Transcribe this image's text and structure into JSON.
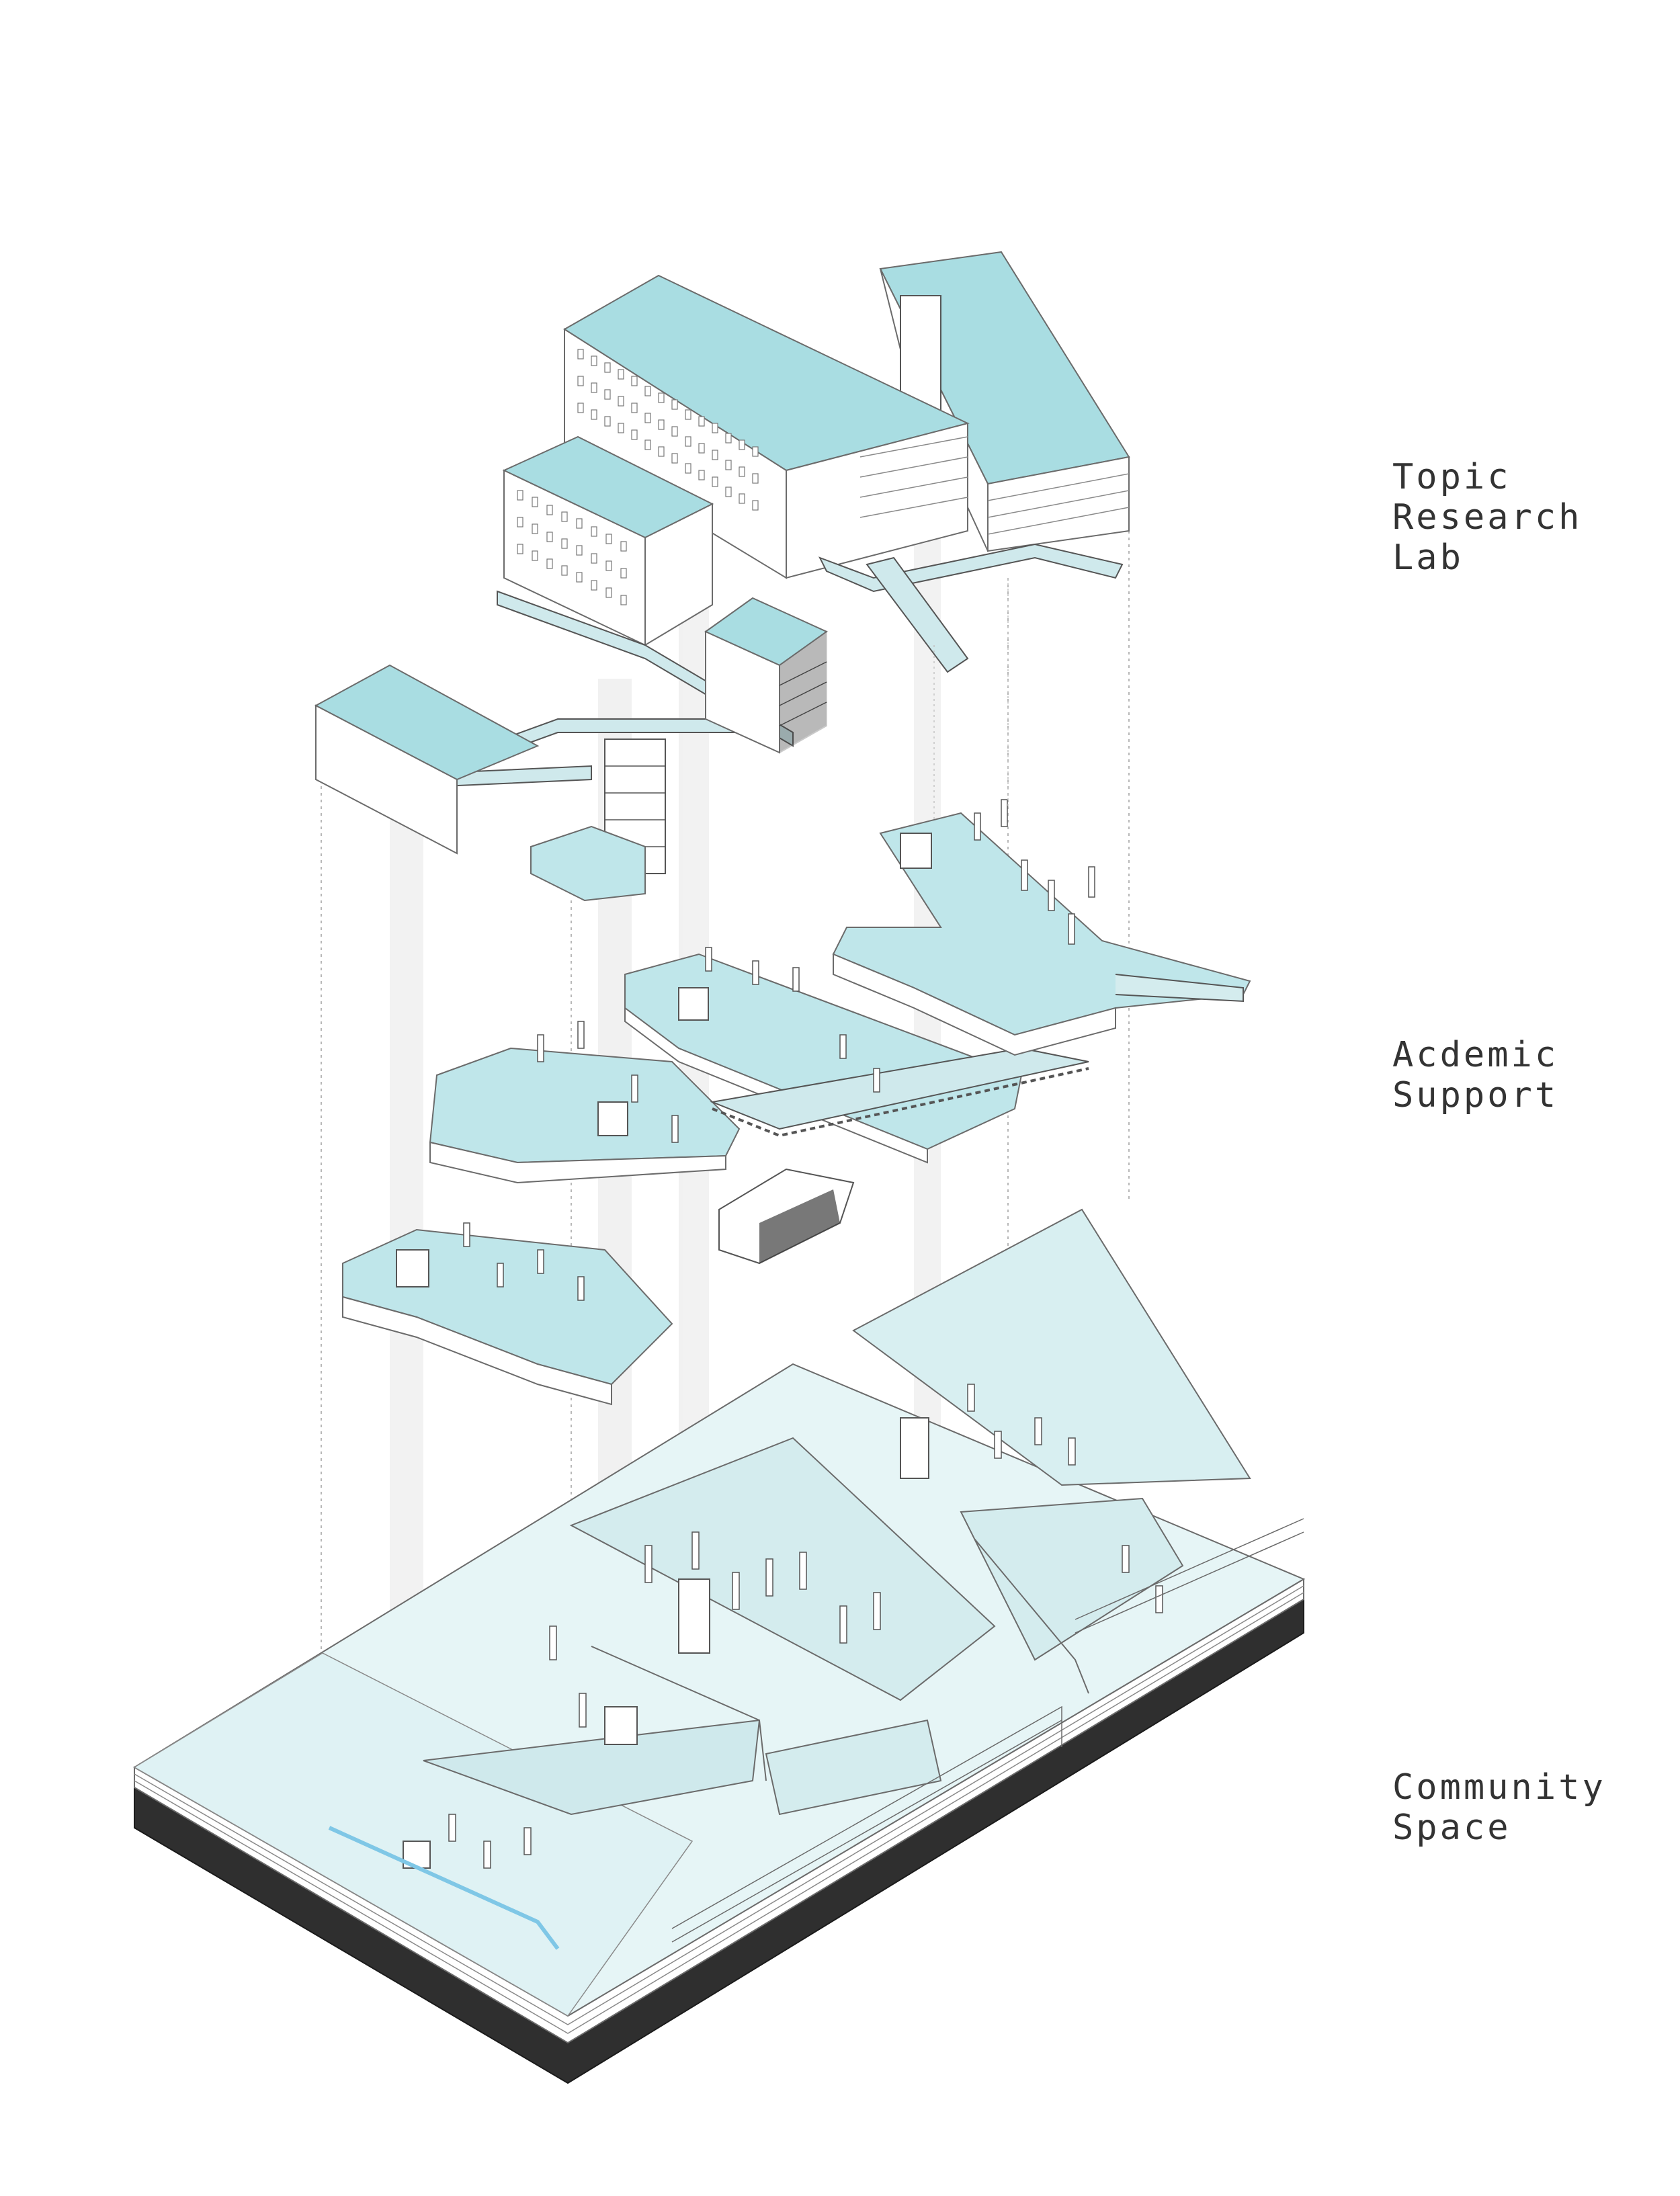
{
  "labels": {
    "topic": [
      "Topic",
      "Research",
      "Lab"
    ],
    "academic": [
      "Acdemic",
      "Support"
    ],
    "community": [
      "Community",
      "Space"
    ]
  },
  "colors": {
    "roof": "#a9dde2",
    "roof_light": "#cdeef0",
    "slab": "#bfe6ea",
    "ground": "#e6f5f6",
    "wall": "#ffffff",
    "line": "#6b6b6b",
    "dark": "#2f2f2f",
    "column_shadow": "#e9e9e9",
    "label": "#333333"
  }
}
